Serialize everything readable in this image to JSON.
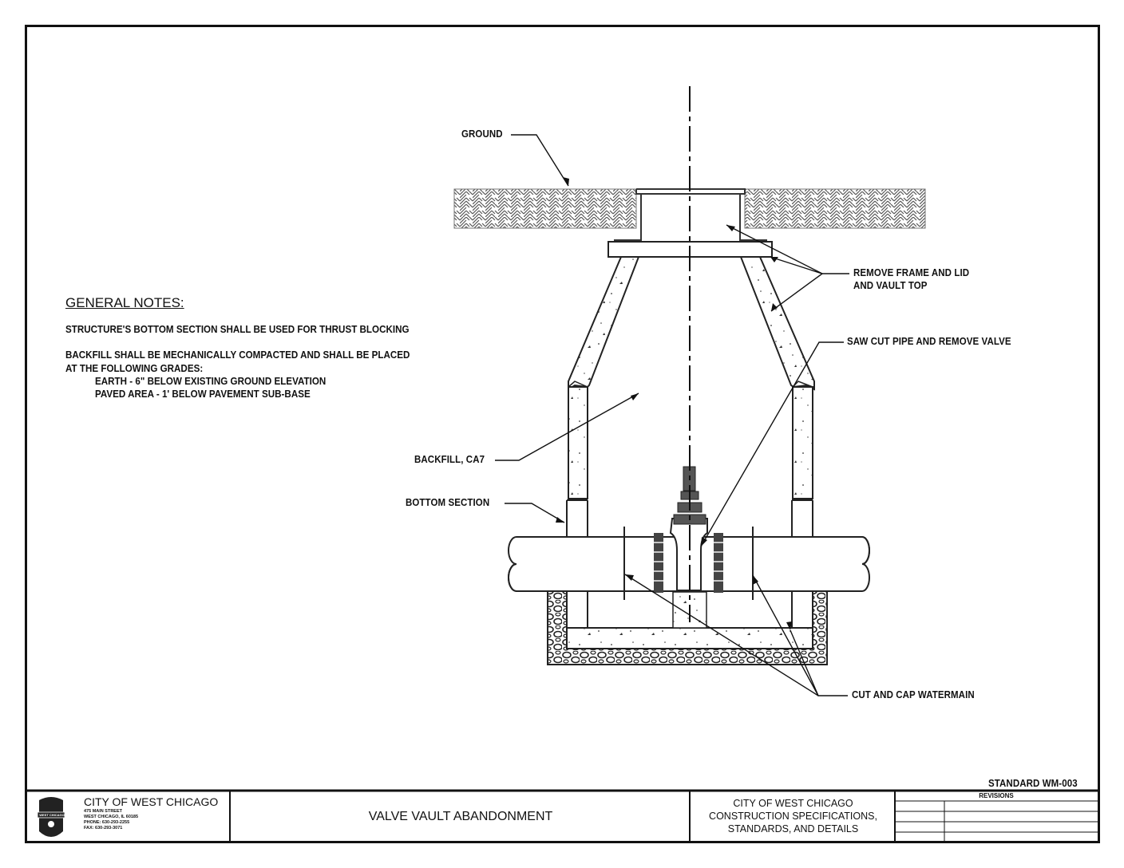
{
  "general_notes": {
    "heading": "GENERAL NOTES:",
    "lines": [
      "STRUCTURE'S BOTTOM SECTION SHALL BE USED FOR THRUST BLOCKING",
      "BACKFILL SHALL BE MECHANICALLY COMPACTED AND SHALL BE PLACED",
      "AT THE FOLLOWING GRADES:",
      "EARTH - 6\" BELOW EXISTING GROUND ELEVATION",
      "PAVED AREA - 1' BELOW PAVEMENT SUB-BASE"
    ]
  },
  "callouts": {
    "ground": "GROUND",
    "remove_frame_1": "REMOVE FRAME AND LID",
    "remove_frame_2": "AND VAULT TOP",
    "saw_cut": "SAW CUT PIPE AND REMOVE VALVE",
    "backfill": "BACKFILL, CA7",
    "bottom_section": "BOTTOM SECTION",
    "cut_cap": "CUT AND CAP WATERMAIN"
  },
  "standard_number": "STANDARD WM-003",
  "title_block": {
    "city_name": "CITY OF WEST CHICAGO",
    "address_lines": [
      "475 MAIN STREET",
      "WEST CHICAGO, IL 60185",
      "PHONE: 630-293-2255",
      "FAX: 630-293-3071"
    ],
    "drawing_title": "VALVE VAULT ABANDONMENT",
    "spec_lines": [
      "CITY OF WEST CHICAGO",
      "CONSTRUCTION SPECIFICATIONS,",
      "STANDARDS, AND DETAILS"
    ],
    "revisions_label": "REVISIONS",
    "logo_text": "WEST CHICAGO"
  }
}
